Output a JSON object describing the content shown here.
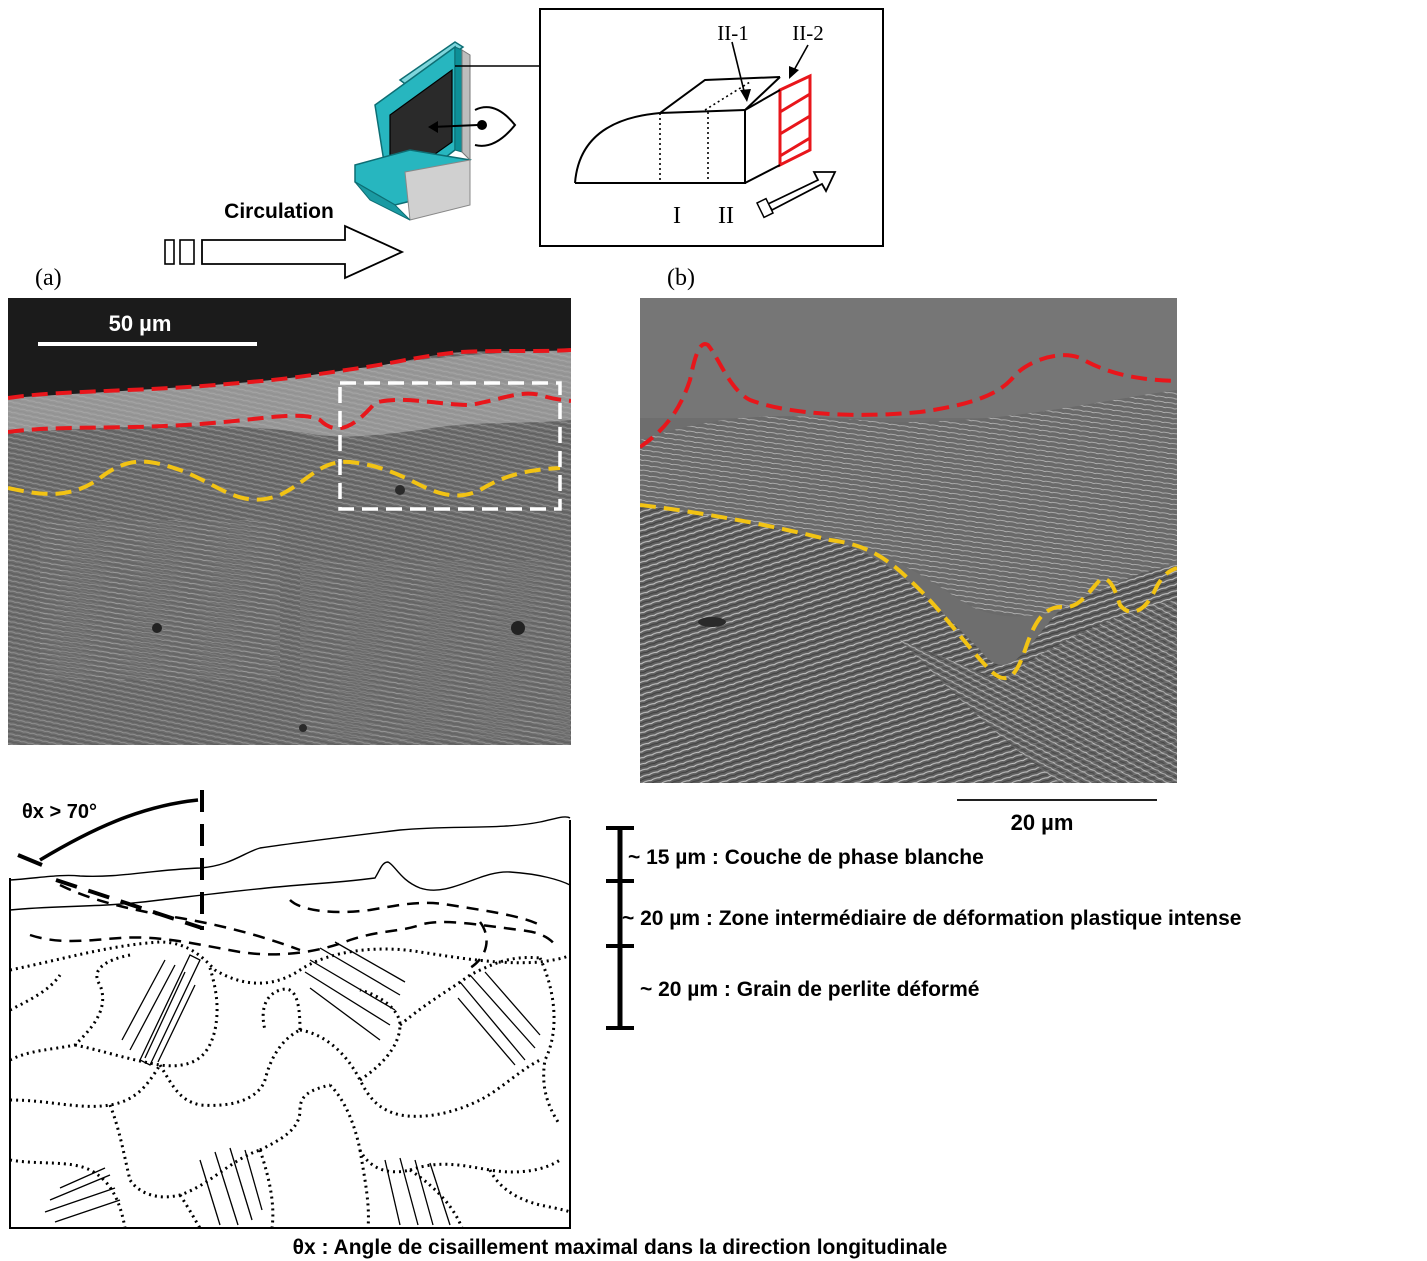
{
  "figure": {
    "schematic": {
      "circulation_label": "Circulation",
      "section_labels": [
        "I",
        "II"
      ],
      "sub_labels": [
        "II-1",
        "II-2"
      ]
    },
    "panel_a": {
      "label": "(a)",
      "scale_bar": "50 µm"
    },
    "panel_b": {
      "label": "(b)",
      "scale_bar": "20 µm"
    },
    "drawing": {
      "angle_label": "θx > 70°",
      "layers": [
        {
          "text": "~ 15 µm : Couche de phase blanche"
        },
        {
          "text": "~ 20 µm : Zone intermédiaire de déformation plastique intense"
        },
        {
          "text": "~ 20 µm : Grain de perlite déformé"
        }
      ],
      "caption": "θx : Angle de cisaillement maximal dans la direction longitudinale"
    },
    "colors": {
      "white_layer_boundary": "#e8161b",
      "deformation_boundary": "#f2c314",
      "rail_accent": "#27b6bf",
      "micrograph_bg": "#6e6e6e",
      "dark_surface": "#1b1b1b"
    }
  }
}
